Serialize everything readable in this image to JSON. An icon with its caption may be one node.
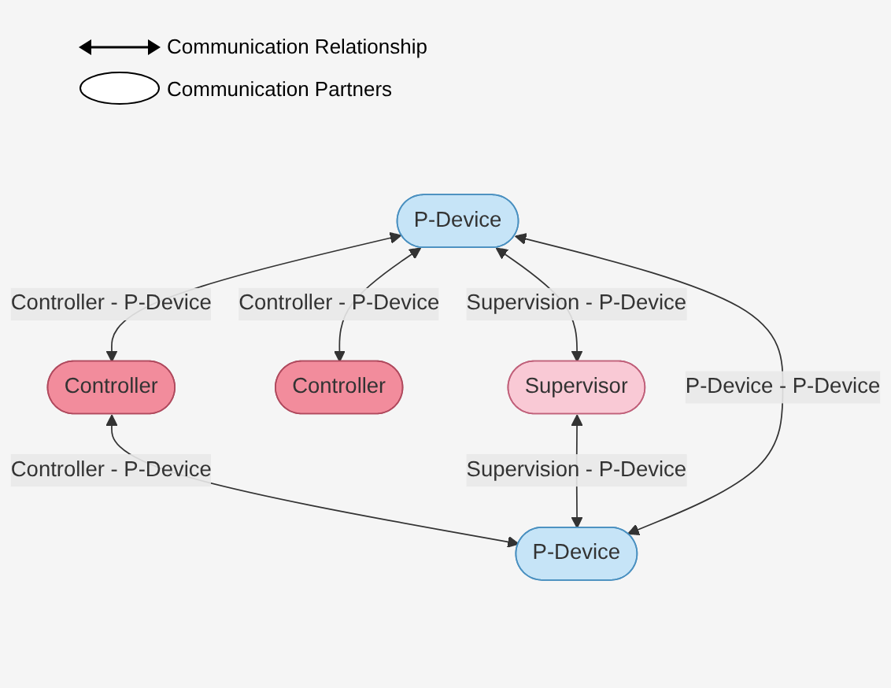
{
  "diagram": {
    "nodes": [
      {
        "text": [
          "Supervisor"
        ]
      },
      {
        "text": [
          "Controller"
        ]
      },
      {
        "text": [
          "Controller"
        ]
      },
      {
        "text": [
          "P-Device"
        ]
      },
      {
        "text": [
          "P-Device"
        ]
      }
    ],
    "edges": [
      {
        "from": 3,
        "to": 1,
        "arrow": "both",
        "label": "Controller - P-Device"
      },
      {
        "from": 3,
        "to": 0,
        "arrow": "both",
        "label": "Supervision - P-Device"
      },
      {
        "from": 3,
        "to": 2,
        "arrow": "both",
        "label": "Controller - P-Device"
      },
      {
        "from": 2,
        "to": 4,
        "arrow": "both",
        "label": "Controller - P-Device"
      },
      {
        "from": 0,
        "to": 4,
        "arrow": "both",
        "label": "Supervision - P-Device"
      },
      {
        "from": 3,
        "to": 4,
        "arrow": "both",
        "label": "P-Device - P-Device"
      }
    ],
    "legend": [
      {
        "text": "Communication Relationship"
      },
      {
        "text": "Communication Partners"
      }
    ]
  }
}
